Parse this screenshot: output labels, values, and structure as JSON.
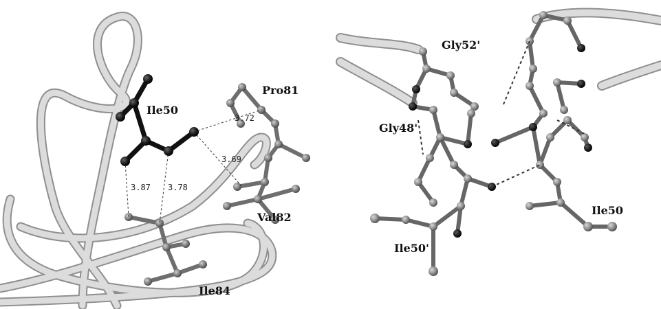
{
  "left_panel": {
    "residue_labels": {
      "ile50": "Ile50",
      "pro81": "Pro81",
      "val82": "Val82",
      "ile84": "Ile84"
    },
    "distance_labels": {
      "d1": "3.87",
      "d2": "3.78",
      "d3": "3.69",
      "d4": "3.72"
    }
  },
  "right_panel": {
    "residue_labels": {
      "gly52p": "Gly52'",
      "gly48p": "Gly48'",
      "ile50p": "Ile50'",
      "ile50": "Ile50"
    }
  },
  "colors": {
    "ribbon": "#d9d9d9",
    "ribbon_edge": "#9a9a9a",
    "atom_dark": "#1a1a1a",
    "atom_mid": "#7a7a7a",
    "atom_light": "#bdbdbd",
    "bond_light": "#e6e6e6",
    "hbond": "#333333"
  }
}
